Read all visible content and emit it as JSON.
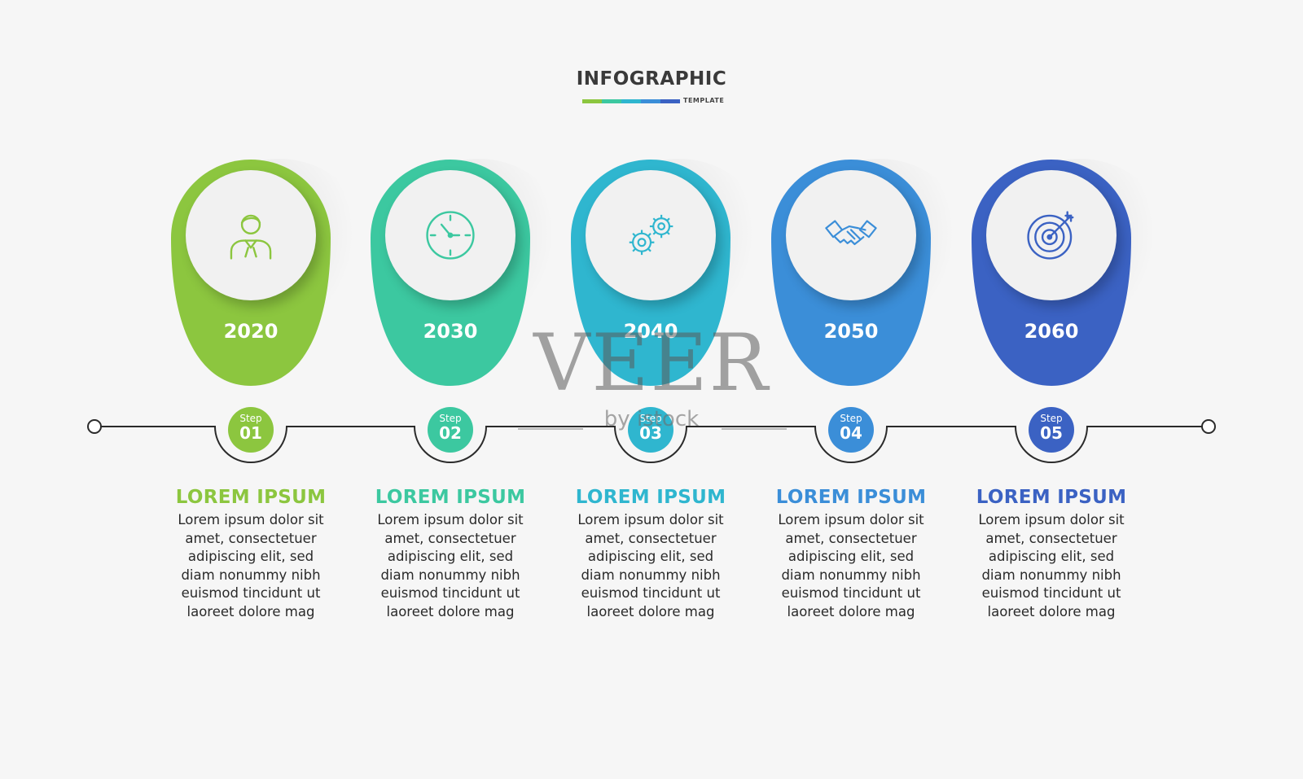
{
  "header": {
    "title": "INFOGRAPHIC",
    "subtitle": "TEMPLATE"
  },
  "colors": {
    "title_bar": [
      "#8cc63f",
      "#3cc8a0",
      "#2fb6cf",
      "#3b8ed8",
      "#3b62c3"
    ]
  },
  "steps": [
    {
      "year": "2020",
      "step_label": "Step",
      "step_num": "01",
      "heading": "LOREM IPSUM",
      "body": [
        "Lorem ipsum dolor sit",
        "amet, consectetuer",
        "adipiscing elit, sed",
        "diam nonummy nibh",
        "euismod tincidunt ut",
        "laoreet dolore mag"
      ],
      "color": "#8cc63f",
      "icon": "person-icon"
    },
    {
      "year": "2030",
      "step_label": "Step",
      "step_num": "02",
      "heading": "LOREM IPSUM",
      "body": [
        "Lorem ipsum dolor sit",
        "amet, consectetuer",
        "adipiscing elit, sed",
        "diam nonummy nibh",
        "euismod tincidunt ut",
        "laoreet dolore mag"
      ],
      "color": "#3cc8a0",
      "icon": "clock-icon"
    },
    {
      "year": "2040",
      "step_label": "Step",
      "step_num": "03",
      "heading": "LOREM IPSUM",
      "body": [
        "Lorem ipsum dolor sit",
        "amet, consectetuer",
        "adipiscing elit, sed",
        "diam nonummy nibh",
        "euismod tincidunt ut",
        "laoreet dolore mag"
      ],
      "color": "#2fb6cf",
      "icon": "gears-icon"
    },
    {
      "year": "2050",
      "step_label": "Step",
      "step_num": "04",
      "heading": "LOREM IPSUM",
      "body": [
        "Lorem ipsum dolor sit",
        "amet, consectetuer",
        "adipiscing elit, sed",
        "diam nonummy nibh",
        "euismod tincidunt ut",
        "laoreet dolore mag"
      ],
      "color": "#3b8ed8",
      "icon": "handshake-icon"
    },
    {
      "year": "2060",
      "step_label": "Step",
      "step_num": "05",
      "heading": "LOREM IPSUM",
      "body": [
        "Lorem ipsum dolor sit",
        "amet, consectetuer",
        "adipiscing elit, sed",
        "diam nonummy nibh",
        "euismod tincidunt ut",
        "laoreet dolore mag"
      ],
      "color": "#3b62c3",
      "icon": "target-icon"
    }
  ],
  "watermark": {
    "text": "VEER",
    "sub": "by istock"
  }
}
